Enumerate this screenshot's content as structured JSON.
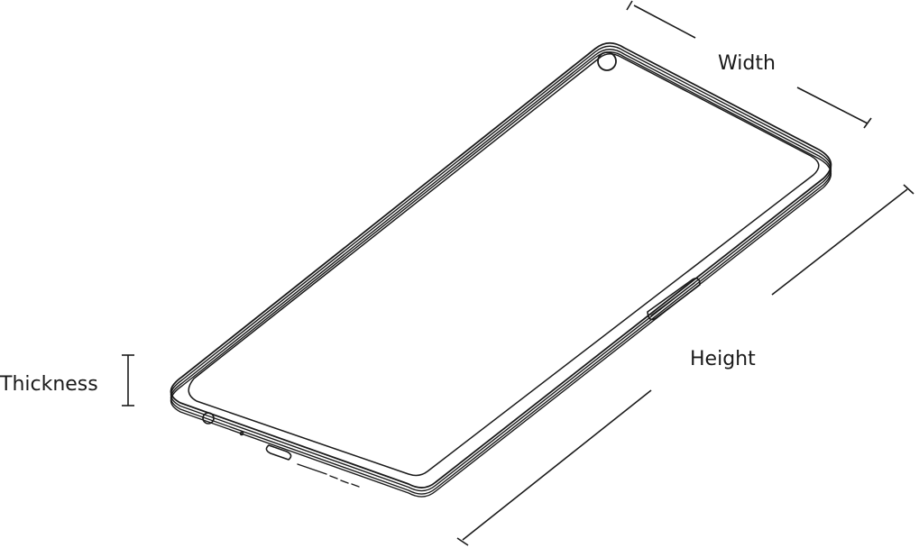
{
  "labels": {
    "width": "Width",
    "height": "Height",
    "thickness": "Thickness"
  },
  "colors": {
    "ink": "#1a1a1a",
    "background": "#ffffff"
  }
}
